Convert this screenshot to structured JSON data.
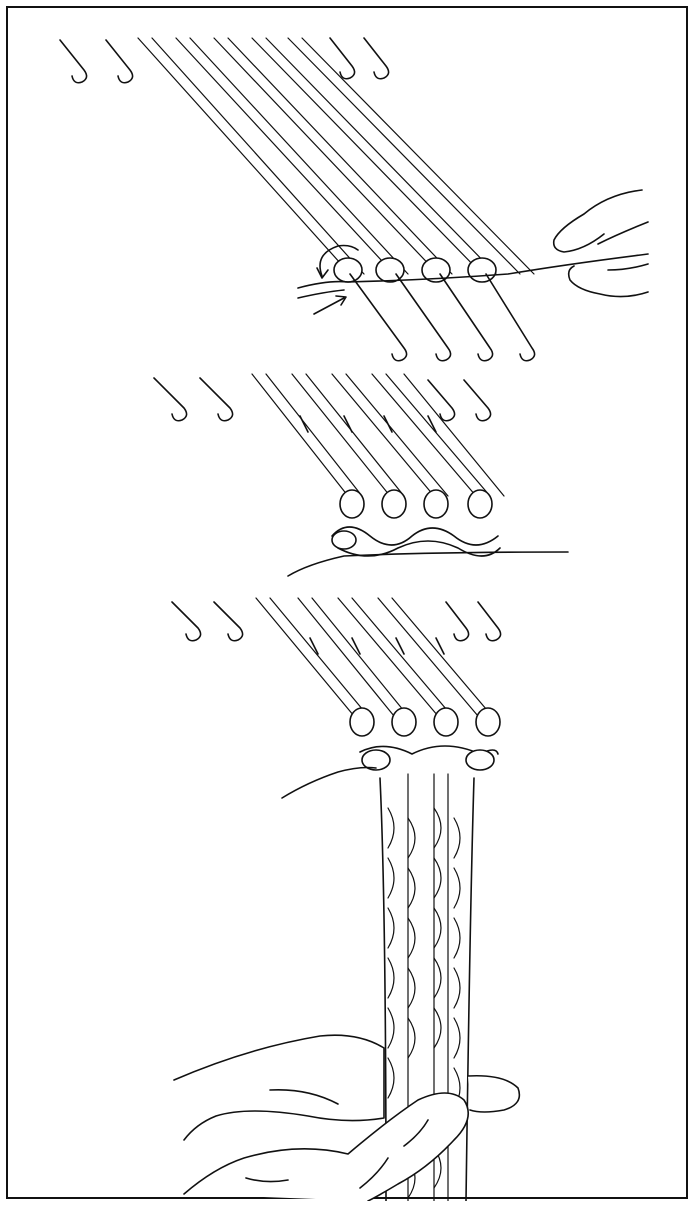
{
  "figure": {
    "panels": [
      {
        "name": "step-wrap-yarn",
        "hooks_in_use": 4
      },
      {
        "name": "step-first-row-loops",
        "hooks_in_use": 4
      },
      {
        "name": "step-finished-cord",
        "hooks_in_use": 4
      }
    ],
    "colors": {
      "ink": "#111111",
      "paper": "#ffffff"
    }
  }
}
